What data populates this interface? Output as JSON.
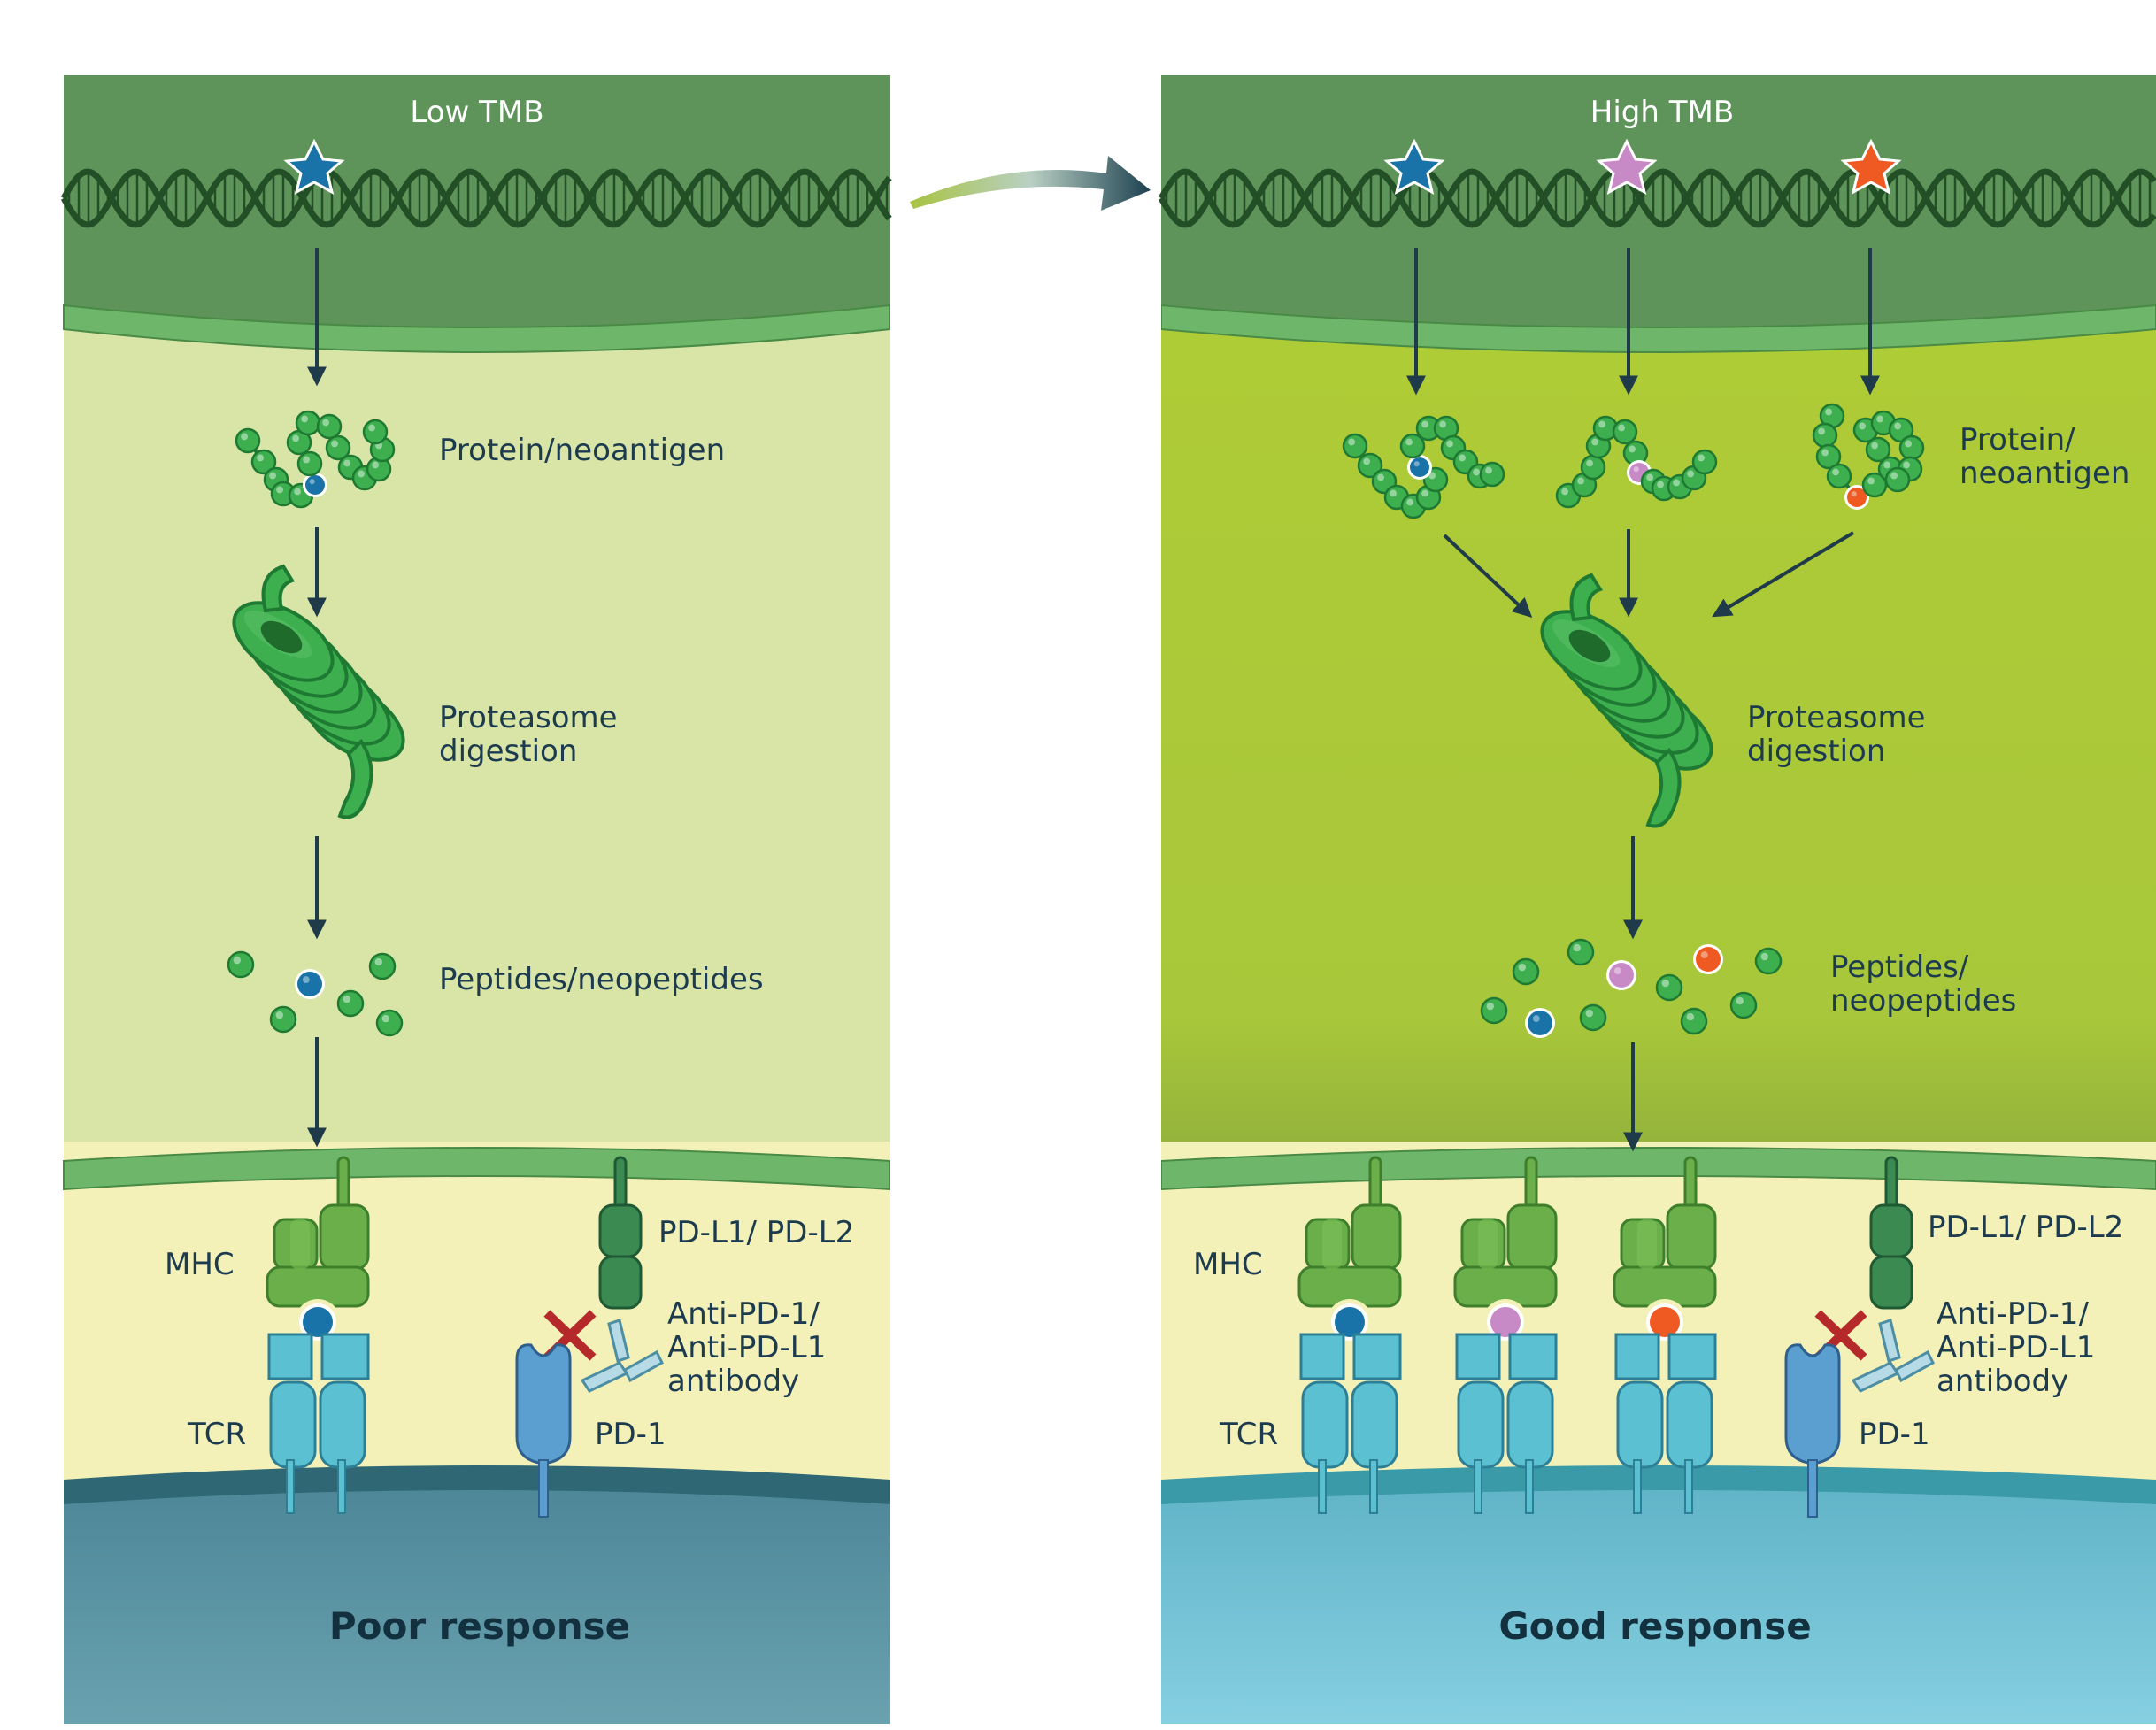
{
  "panels": {
    "left": {
      "header": "Low TMB",
      "protein_label": "Protein/neoantigen",
      "proteasome_label_1": "Proteasome",
      "proteasome_label_2": "digestion",
      "peptides_label": "Peptides/neopeptides",
      "mhc_label": "MHC",
      "tcr_label": "TCR",
      "pdl_label": "PD-L1/ PD-L2",
      "antibody_label_1": "Anti-PD-1/",
      "antibody_label_2": "Anti-PD-L1",
      "antibody_label_3": "antibody",
      "pd1_label": "PD-1",
      "response": "Poor response"
    },
    "right": {
      "header": "High TMB",
      "protein_label_1": "Protein/",
      "protein_label_2": "neoantigen",
      "proteasome_label_1": "Proteasome",
      "proteasome_label_2": "digestion",
      "peptides_label_1": "Peptides/",
      "peptides_label_2": "neopeptides",
      "mhc_label": "MHC",
      "tcr_label": "TCR",
      "pdl_label": "PD-L1/ PD-L2",
      "antibody_label_1": "Anti-PD-1/",
      "antibody_label_2": "Anti-PD-L1",
      "antibody_label_3": "antibody",
      "pd1_label": "PD-1",
      "response": "Good response"
    }
  },
  "colors": {
    "nucleus": "#5e9459",
    "dna": "#234f26",
    "left_cytoplasm": "#d8e5a7",
    "right_cytoplasm": "#adcb37",
    "membrane": "#6db66a",
    "surface_space": "#f3f1b8",
    "left_tcell": "#5d97a6",
    "right_tcell": "#7fcbde",
    "mutation_blue": "#1a73a8",
    "mutation_pink": "#c88ac6",
    "mutation_orange": "#ef5a22",
    "arrow": "#1f3b49",
    "block_x": "#b5292b"
  }
}
